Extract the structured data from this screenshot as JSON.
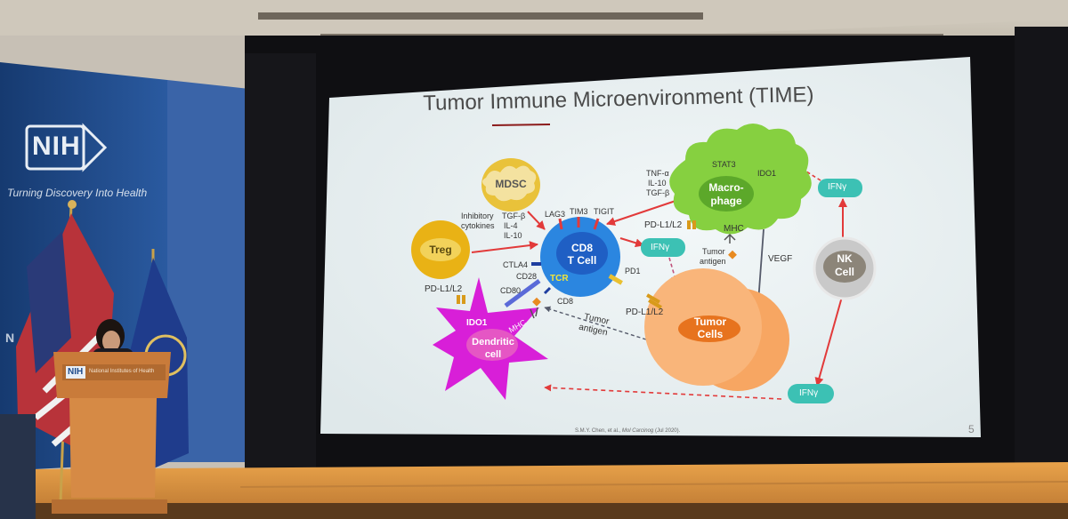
{
  "slide": {
    "title_pre": "Tumor ",
    "title_underlined": "Immune",
    "title_post": " Microenvironment (TIME)",
    "page_number": "5",
    "citation_prefix": "S.M.Y. Chen, et al., ",
    "citation_journal": "Mol Carcinog",
    "citation_suffix": " (Jul 2020).",
    "cells": {
      "mdsc": "MDSC",
      "treg": "Treg",
      "cd8_line1": "CD8",
      "cd8_line2": "T Cell",
      "macro_line1": "Macro-",
      "macro_line2": "phage",
      "nk_line1": "NK",
      "nk_line2": "Cell",
      "tumor_line1": "Tumor",
      "tumor_line2": "Cells",
      "dendritic_line1": "Dendritic",
      "dendritic_line2": "cell"
    },
    "labels": {
      "inhibitory_line1": "Inhibitory",
      "inhibitory_line2": "cytokines",
      "tgfb_il4_line1": "TGF-β",
      "tgfb_il4_line2": "IL-4",
      "tgfb_il4_line3": "IL-10",
      "lag3": "LAG3",
      "tim3": "TIM3",
      "tigit": "TIGIT",
      "tnfa_line1": "TNF-α",
      "tnfa_line2": "IL-10",
      "tnfa_line3": "TGF-β",
      "stat3": "STAT3",
      "ido1_macro": "IDO1",
      "pdl1l2_macro": "PD-L1/L2",
      "mhc_macro": "MHC",
      "tumor_antigen_macro_line1": "Tumor",
      "tumor_antigen_macro_line2": "antigen",
      "vegf": "VEGF",
      "ifng_top": "IFNγ",
      "ifng_mid": "IFNγ",
      "ifng_bottom": "IFNγ",
      "ctla4": "CTLA4",
      "cd28": "CD28",
      "tcr": "TCR",
      "pd1": "PD1",
      "cd80": "CD80",
      "cd8_small": "CD8",
      "pdl1l2_left": "PD-L1/L2",
      "pdl1l2_tumor": "PD-L1/L2",
      "tumor_antigen_line1": "Tumor",
      "tumor_antigen_line2": "antigen",
      "ido1_dc": "IDO1",
      "mhc_dc": "MHC"
    }
  },
  "banner": {
    "logo": "NIH",
    "tagline": "Turning Discovery Into Health",
    "side_letters": "N"
  },
  "podium": {
    "logo": "NIH",
    "label": "National Institutes of Health"
  },
  "colors": {
    "slide_bg": "#e9f1f2",
    "title": "#4a4a4a",
    "title_underline": "#8b1a1a",
    "cd8": "#2b86e0",
    "cd8_inner": "#1f5fc4",
    "macrophage": "#86d040",
    "mdsc": "#e9c23a",
    "treg": "#e9b215",
    "nk": "#c9c9c9",
    "nk_inner": "#8c8579",
    "tumor": "#f7a662",
    "tumor_inner": "#e7731e",
    "dendritic": "#d81fd8",
    "ifng": "#3cc1b4",
    "arrow_red": "#e23a3a",
    "arrow_dark": "#555a6a",
    "stage": "#d6913a",
    "banner": "#1e4a8a"
  }
}
